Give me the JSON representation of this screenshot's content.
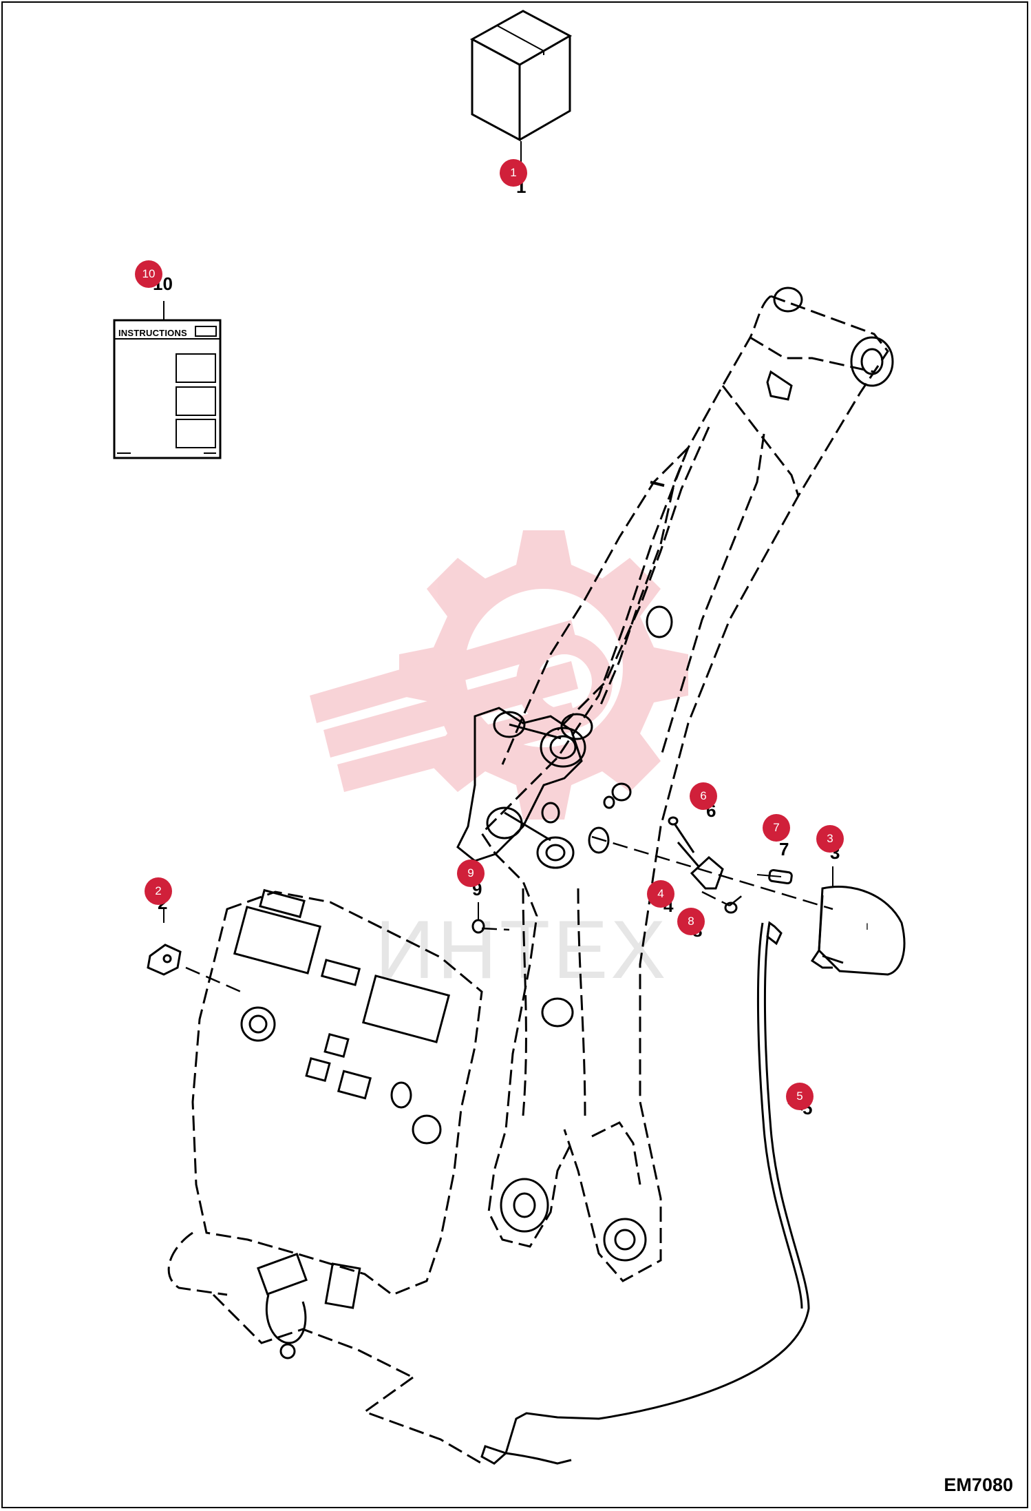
{
  "diagram": {
    "id": "EM7080",
    "instructions_label": "INSTRUCTIONS",
    "watermark_text": "ИНТЕХ",
    "callout_color": "#d0203a",
    "callouts": [
      {
        "number": "1"
      },
      {
        "number": "2"
      },
      {
        "number": "3"
      },
      {
        "number": "4"
      },
      {
        "number": "5"
      },
      {
        "number": "6"
      },
      {
        "number": "7"
      },
      {
        "number": "8"
      },
      {
        "number": "9"
      },
      {
        "number": "10"
      }
    ],
    "printed_numbers": [
      "1",
      "2",
      "3",
      "4",
      "5",
      "6",
      "7",
      "8",
      "9",
      "10"
    ]
  }
}
